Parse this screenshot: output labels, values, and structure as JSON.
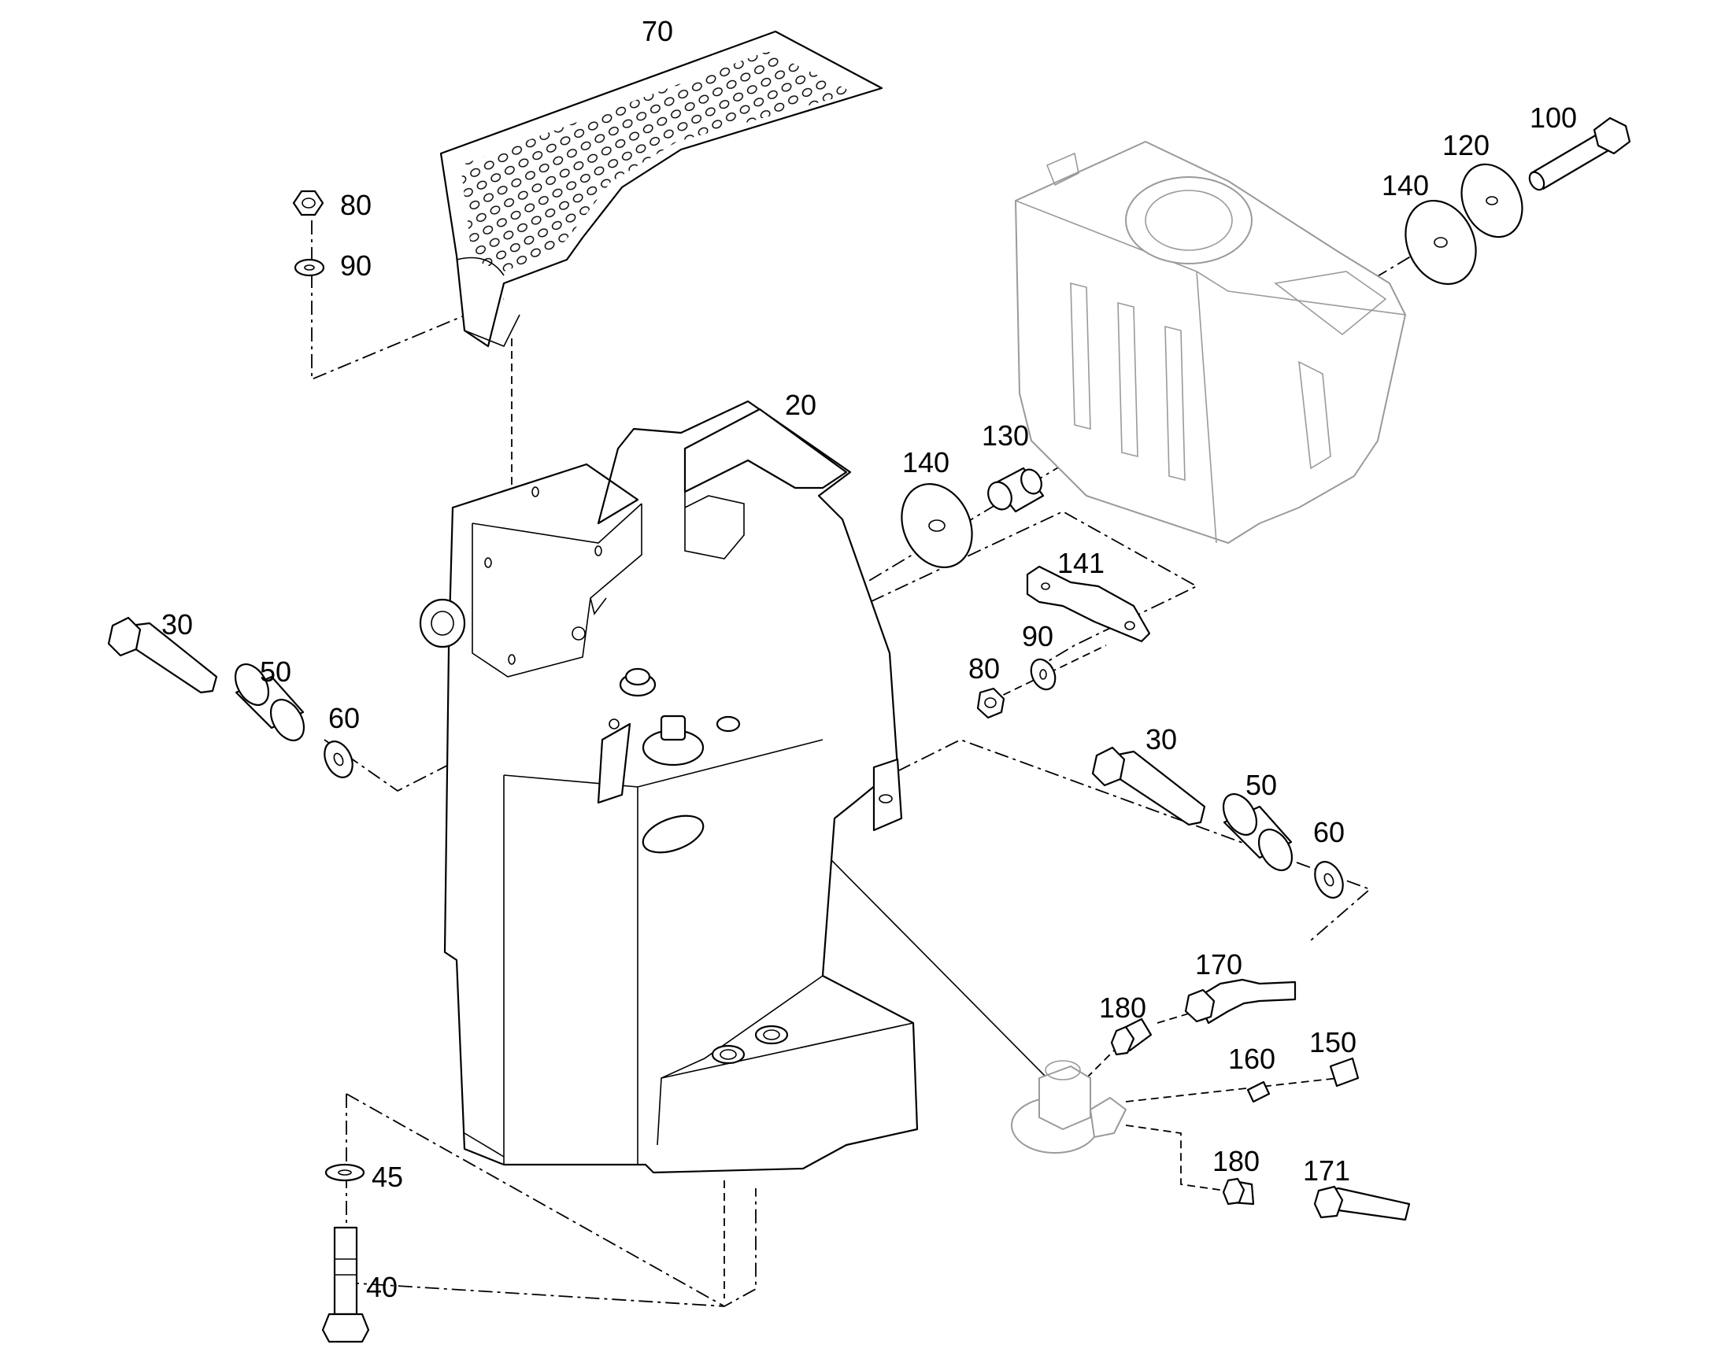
{
  "callouts": {
    "c70": "70",
    "c80a": "80",
    "c90a": "90",
    "c20": "20",
    "c100": "100",
    "c120": "120",
    "c140a": "140",
    "c140b": "140",
    "c130": "130",
    "c141": "141",
    "c90b": "90",
    "c80b": "80",
    "c30a": "30",
    "c50a": "50",
    "c60a": "60",
    "c30b": "30",
    "c50b": "50",
    "c60b": "60",
    "c170": "170",
    "c180a": "180",
    "c150": "150",
    "c160": "160",
    "c180b": "180",
    "c171": "171",
    "c45": "45",
    "c40": "40"
  }
}
